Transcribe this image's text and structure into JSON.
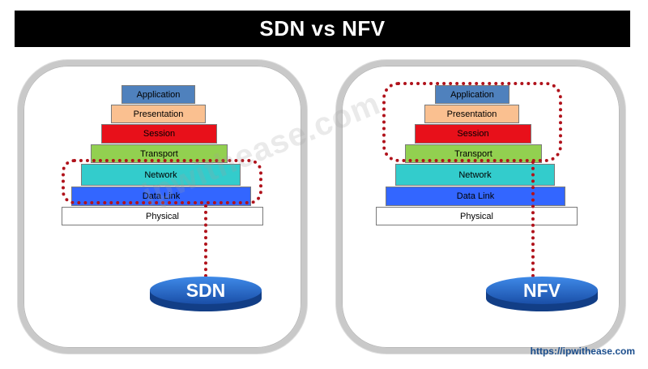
{
  "header": {
    "title": "SDN vs NFV"
  },
  "layers": [
    {
      "label": "Application",
      "color": "#4f81bd"
    },
    {
      "label": "Presentation",
      "color": "#fac090"
    },
    {
      "label": "Session",
      "color": "#e8101a"
    },
    {
      "label": "Transport",
      "color": "#92d050"
    },
    {
      "label": "Network",
      "color": "#33cccc"
    },
    {
      "label": "Data Link",
      "color": "#3366ff"
    },
    {
      "label": "Physical",
      "color": "#ffffff"
    }
  ],
  "left_panel": {
    "label": "SDN",
    "highlighted_layers": [
      "Network",
      "Data Link"
    ]
  },
  "right_panel": {
    "label": "NFV",
    "highlighted_layers": [
      "Application",
      "Presentation",
      "Session",
      "Transport"
    ]
  },
  "watermark": "ipwithease.com",
  "footer": {
    "url": "https://ipwithease.com"
  },
  "colors": {
    "highlight_border": "#b0121b",
    "disc_fill": "#1f5fbf",
    "title_bar": "#000000"
  }
}
